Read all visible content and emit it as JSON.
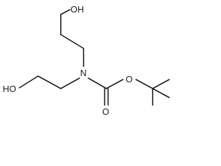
{
  "molecule": {
    "atoms": {
      "upper_hydroxyl": "OH",
      "lower_hydroxyl": "HO",
      "nitrogen": "N",
      "ester_oxygen": "O",
      "carbonyl_oxygen": "O"
    }
  }
}
